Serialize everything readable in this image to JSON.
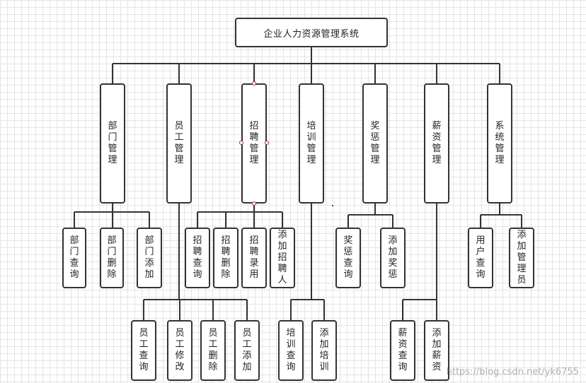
{
  "diagram": {
    "root": "企业人力资源管理系统",
    "modules": [
      {
        "label": "部门管理",
        "children": [
          "部门查询",
          "部门删除",
          "部门添加"
        ]
      },
      {
        "label": "员工管理",
        "children": [
          "员工查询",
          "员工修改",
          "员工删除",
          "员工添加"
        ]
      },
      {
        "label": "招聘管理",
        "children": [
          "招聘查询",
          "招聘删除",
          "招聘录用",
          "添加招聘人"
        ]
      },
      {
        "label": "培训管理",
        "children": [
          "培训查询",
          "添加培训"
        ]
      },
      {
        "label": "奖惩管理",
        "children": [
          "奖惩查询",
          "添加奖惩"
        ]
      },
      {
        "label": "薪资管理",
        "children": [
          "薪资查询",
          "添加薪资"
        ]
      },
      {
        "label": "系统管理",
        "children": [
          "用户查询",
          "添加管理员"
        ]
      }
    ]
  },
  "watermark": "https://blog.csdn.net/yk6755",
  "colors": {
    "border": "#333333",
    "line": "#333333",
    "handle": "#b03030",
    "grid": "#e4e4e4"
  }
}
